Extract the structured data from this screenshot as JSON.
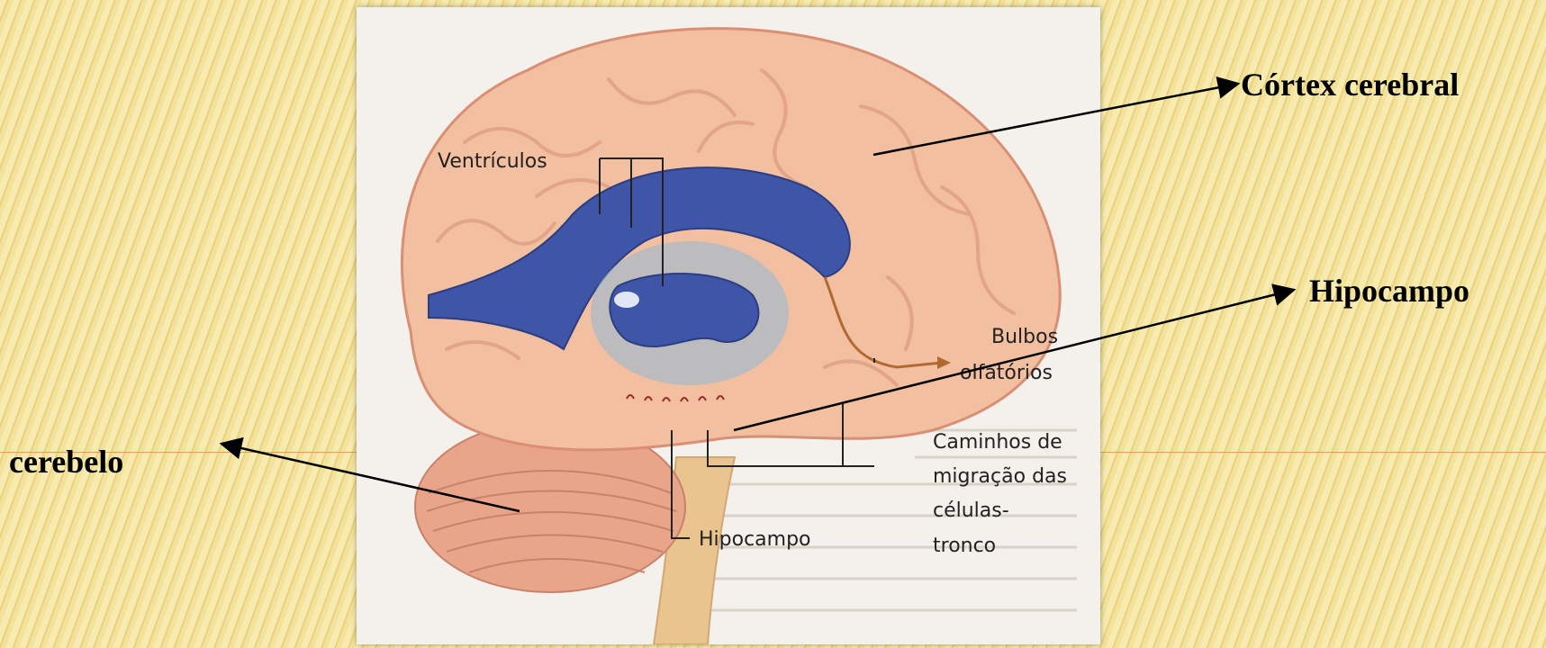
{
  "slide": {
    "background_color": "#f3e29a",
    "stripe_color": "#e9d27f",
    "divider_color": "#e6a04a"
  },
  "figure": {
    "inner_labels": {
      "ventriculos": "Ventrículos",
      "bulbos_1": "Bulbos",
      "bulbos_2": "olfatórios",
      "caminhos_1": "Caminhos de",
      "caminhos_2": "migração das",
      "caminhos_3": "células-",
      "caminhos_4": "tronco",
      "hipocampo": "Hipocampo"
    },
    "colors": {
      "brain": "#f2bfa0",
      "brain_dark": "#d98f73",
      "ventricle": "#3f55a8",
      "ventricle_light": "#8fb8d6",
      "cerebellum": "#e8a58a",
      "stem": "#e9c48f"
    }
  },
  "callouts": {
    "cortex": "Córtex cerebral",
    "hipocampo": "Hipocampo",
    "cerebelo": "cerebelo"
  }
}
